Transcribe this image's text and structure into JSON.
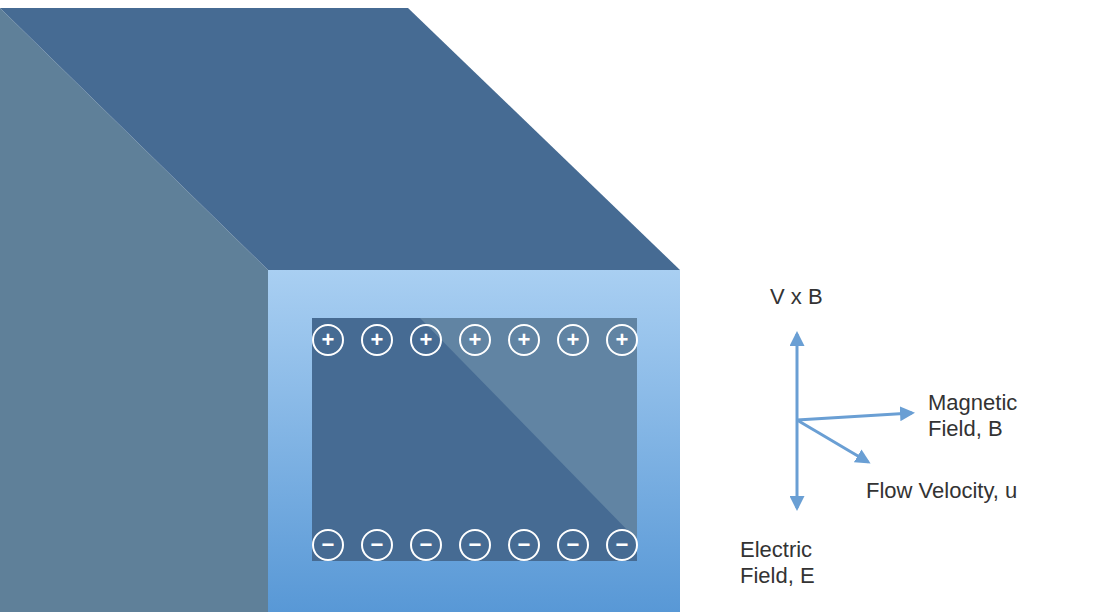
{
  "diagram": {
    "nodes": [
      {
        "text": [
          "+"
        ]
      },
      {
        "text": [
          "+"
        ]
      },
      {
        "text": [
          "+"
        ]
      },
      {
        "text": [
          "+"
        ]
      },
      {
        "text": [
          "+"
        ]
      },
      {
        "text": [
          "+"
        ]
      },
      {
        "text": [
          "+"
        ]
      },
      {
        "text": [
          "−"
        ]
      },
      {
        "text": [
          "−"
        ]
      },
      {
        "text": [
          "−"
        ]
      },
      {
        "text": [
          "−"
        ]
      },
      {
        "text": [
          "−"
        ]
      },
      {
        "text": [
          "−"
        ]
      },
      {
        "text": [
          "−"
        ]
      }
    ],
    "edges": [],
    "labels": [
      "V x B",
      "Magnetic Field, B",
      "Flow Velocity, u",
      "Electric Field, E"
    ]
  }
}
